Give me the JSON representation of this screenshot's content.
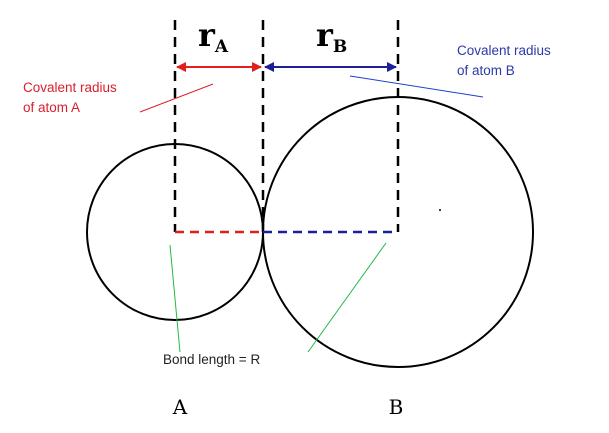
{
  "labels": {
    "r_a_main": "r",
    "r_a_sub": "A",
    "r_b_main": "r",
    "r_b_sub": "B",
    "covalent_a_line1": "Covalent radius",
    "covalent_a_line2": "of atom A",
    "covalent_b_line1": "Covalent radius",
    "covalent_b_line2": "of atom B",
    "bond_length": "Bond length = R",
    "atom_a": "A",
    "atom_b": "B"
  },
  "colors": {
    "outline": "#000000",
    "radius_a": "#e0201e",
    "radius_b": "#1e1e96",
    "pointer_a": "#e02030",
    "pointer_b": "#2040d0",
    "pointer_bond": "#22bb44",
    "text": "#222222"
  }
}
